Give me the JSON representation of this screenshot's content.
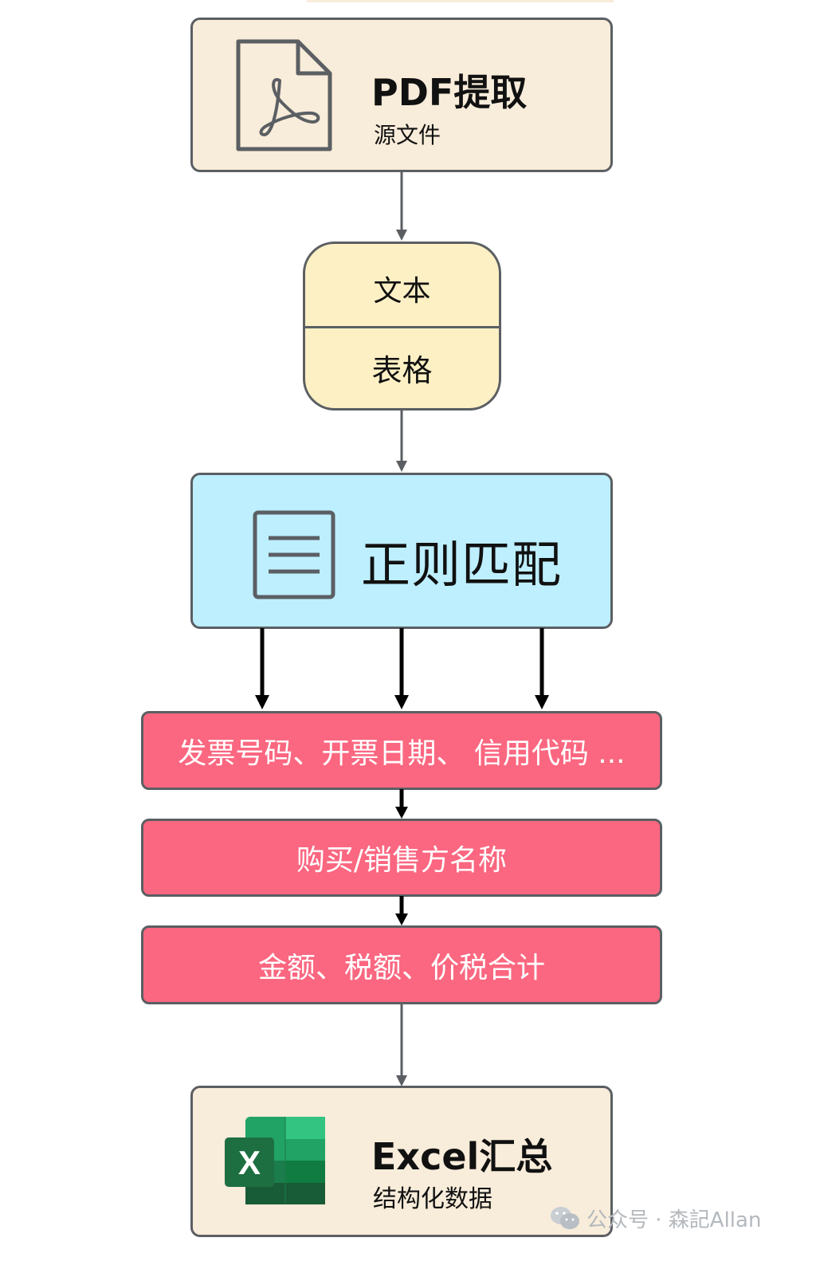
{
  "nodes": {
    "pdf": {
      "title": "PDF提取",
      "subtitle": "源文件",
      "icon": "pdf-file-icon"
    },
    "split": {
      "top": "文本",
      "bottom": "表格"
    },
    "regex": {
      "title": "正则匹配",
      "icon": "document-lines-icon"
    },
    "fields1": "发票号码、开票日期、 信用代码 ...",
    "fields2": "购买/销售方名称",
    "fields3": "金额、税额、价税合计",
    "excel": {
      "title": "Excel汇总",
      "subtitle": "结构化数据",
      "icon": "excel-icon",
      "icon_letter": "X"
    }
  },
  "watermark": {
    "text": "公众号 · 森記Allan",
    "icon": "wechat-icon"
  },
  "colors": {
    "beige": "#f8ecda",
    "yellow": "#fdf0c4",
    "blue": "#bdefff",
    "pink": "#fb6780",
    "excel_green": "#1d6f42"
  }
}
